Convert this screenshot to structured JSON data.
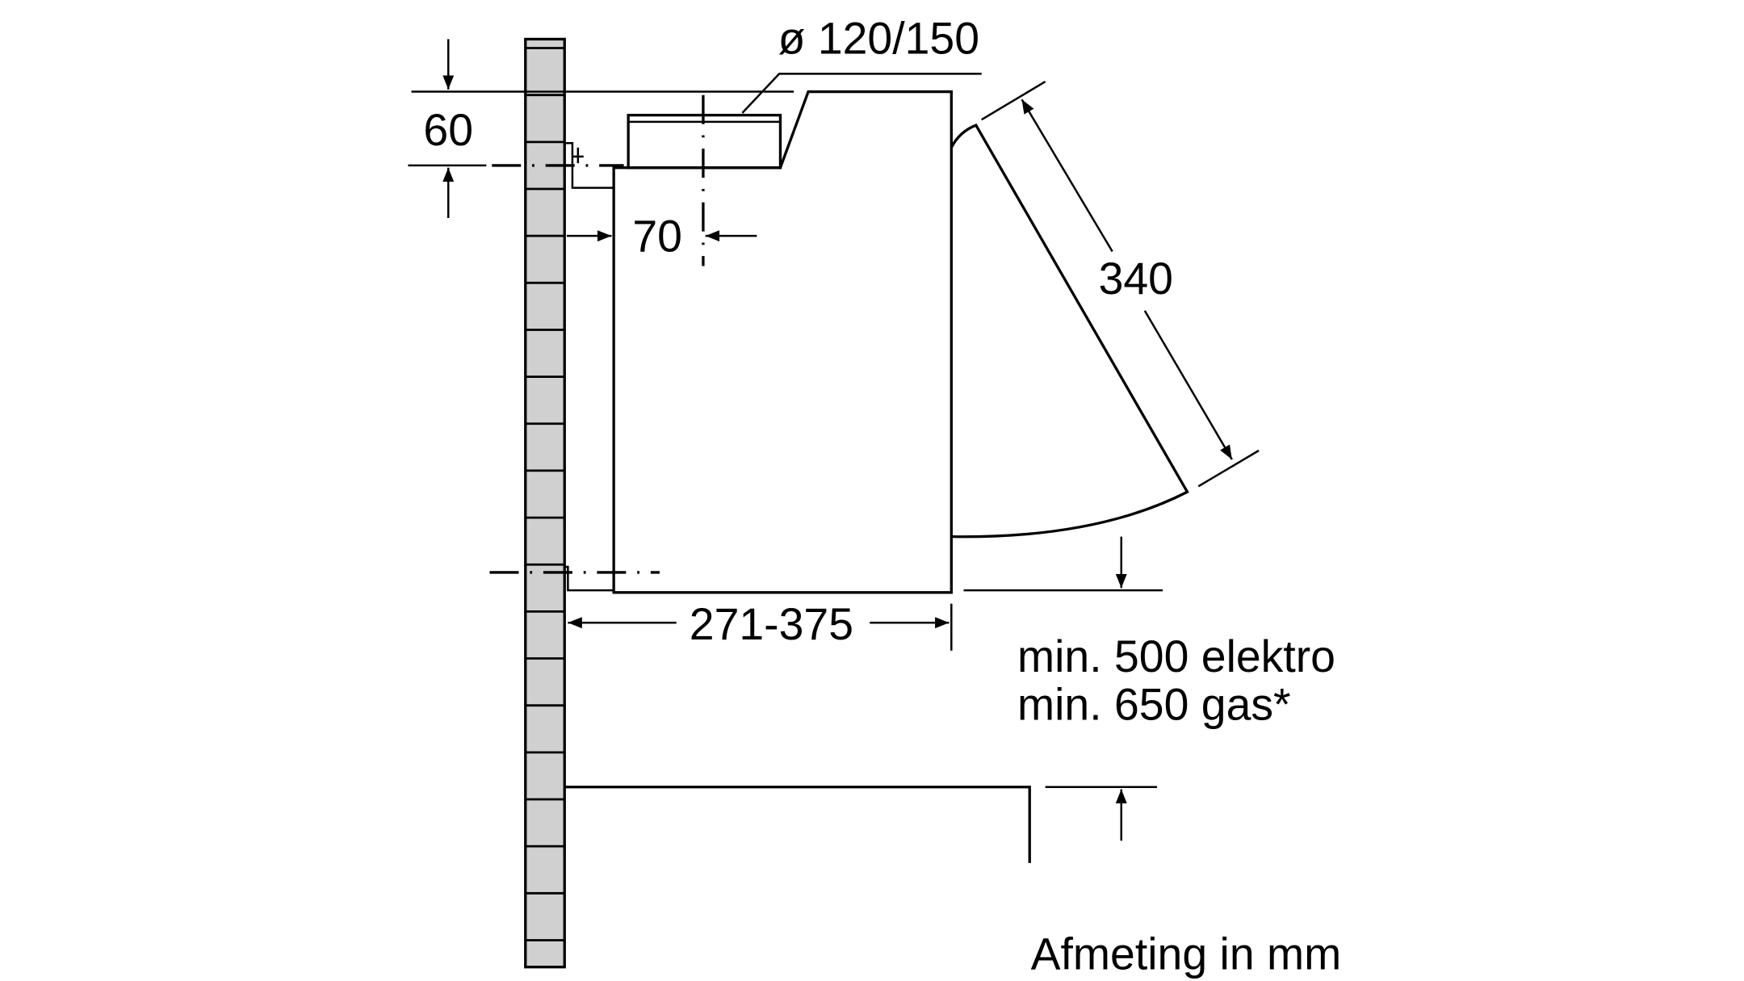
{
  "diagram": {
    "dimensions": {
      "duct_diameter": "ø 120/150",
      "top_offset": "60",
      "duct_offset": "70",
      "visor_length": "340",
      "depth_range": "271-375",
      "clearance_electric": "min. 500 elektro",
      "clearance_gas": "min. 650 gas*"
    },
    "unit_note": "Afmeting in mm",
    "colors": {
      "wall": "#d0d0d0",
      "line": "#000000",
      "background": "#ffffff"
    }
  }
}
